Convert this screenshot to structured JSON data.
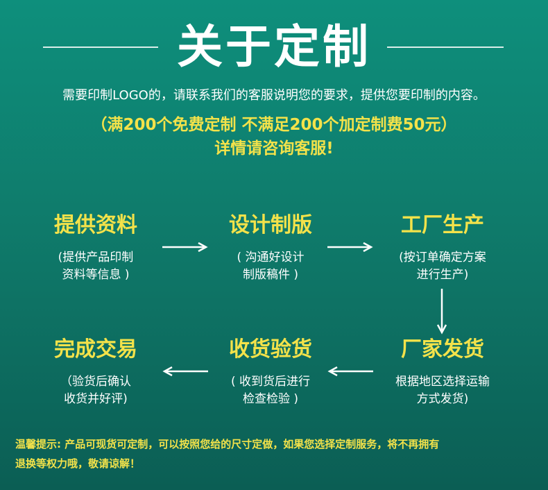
{
  "header": {
    "title": "关于定制",
    "intro": "需要印制LOGO的，请联系我们的客服说明您的要求，提供您要印制的内容。",
    "promo_line1": "（满200个免费定制 不满足200个加定制费50元）",
    "promo_line2": "详情请咨询客服!"
  },
  "steps": [
    {
      "title": "提供资料",
      "desc_line1": "(提供产品印制",
      "desc_line2": "资料等信息 )"
    },
    {
      "title": "设计制版",
      "desc_line1": "( 沟通好设计",
      "desc_line2": "制版稿件 )"
    },
    {
      "title": "工厂生产",
      "desc_line1": "(按订单确定方案",
      "desc_line2": "进行生产)"
    },
    {
      "title": "厂家发货",
      "desc_line1": "根据地区选择运输",
      "desc_line2": "方式发货)"
    },
    {
      "title": "收货验货",
      "desc_line1": "( 收到货后进行",
      "desc_line2": "检查检验 )"
    },
    {
      "title": "完成交易",
      "desc_line1": "（验货后确认",
      "desc_line2": "收货并好评)"
    }
  ],
  "footer": {
    "note_line1": "温馨提示: 产品可现货可定制，可以按照您给的尺寸定做，如果您选择定制服务，将不再拥有",
    "note_line2": "退换等权力哦，敬请谅解！"
  },
  "colors": {
    "accent_yellow": "#f3e24a",
    "background_top": "#0e8f7c",
    "background_bottom": "#0b5e54",
    "text_white": "#ffffff"
  }
}
